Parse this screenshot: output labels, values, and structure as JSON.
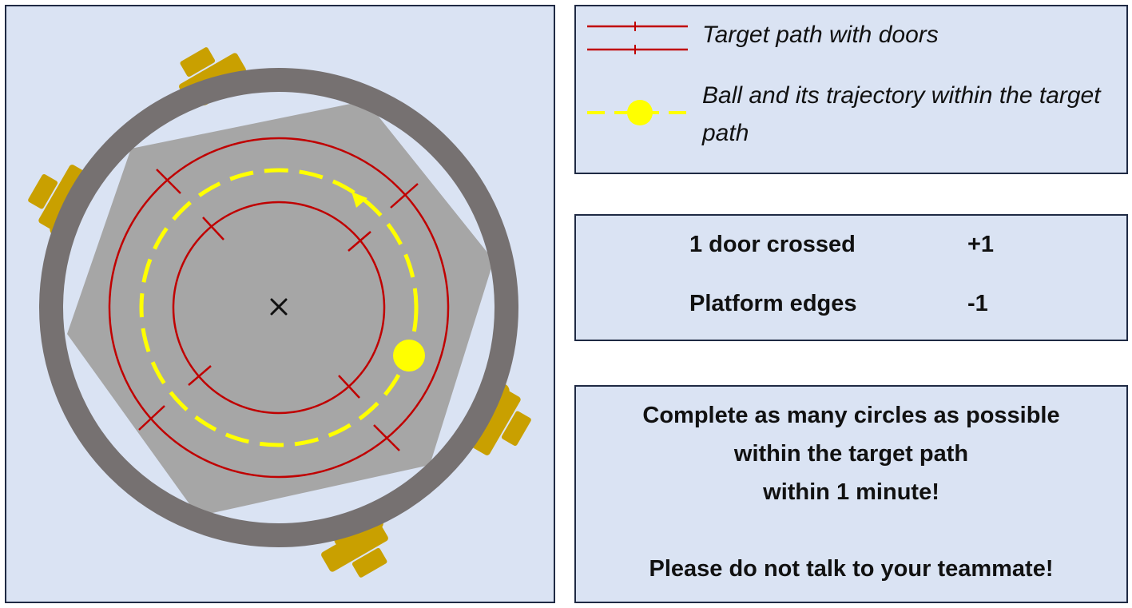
{
  "legend": {
    "path_label": "Target path with doors",
    "ball_label": "Ball and its trajectory within the target path"
  },
  "scoring": {
    "door_label": "1 door crossed",
    "door_value": "+1",
    "edge_label": "Platform edges",
    "edge_value": "-1"
  },
  "instructions": {
    "line1": "Complete as many circles as possible",
    "line2": "within the target path",
    "line3": "within 1 minute!",
    "line4": "Please do not talk to your teammate!"
  },
  "colors": {
    "panel_background": "#dae3f3",
    "panel_border": "#1f2a44",
    "platform": "#a6a6a6",
    "ring": "#767171",
    "target_path": "#c00000",
    "ball": "#ffff00",
    "handle": "#c9a000"
  },
  "icons": {
    "center": "x-mark-icon",
    "handles": "hand-icon"
  }
}
